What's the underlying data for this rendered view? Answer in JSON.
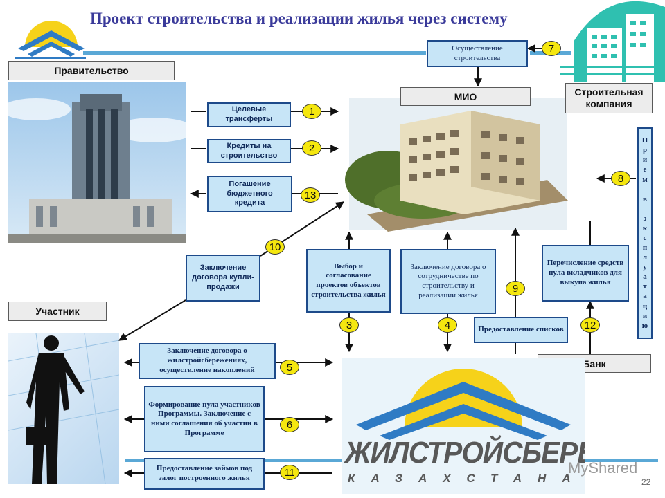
{
  "title": "Проект строительства и реализации жилья через систему",
  "callouts": {
    "government": "Правительство",
    "mio": "МИО",
    "construction_company": "Строительная компания",
    "participant": "Участник",
    "bank": "Банк"
  },
  "steps": {
    "s1": "Целевые трансферты",
    "s2": "Кредиты на строительство",
    "s13": "Погашение бюджетного кредита",
    "s7": "Осуществление строительства",
    "s10": "Заключение договора купли-продажи",
    "s3": "Выбор и согласование проектов объектов строительства жилья",
    "s4": "Заключение договора о сотрудничестве по строительству и реализации жилья",
    "s9": "Предоставление списков",
    "s12": "Перечисление средств пула вкладчиков для выкупа жилья",
    "s5": "Заключение договора о жилстройсбережениях, осуществление накоплений",
    "s6": "Формирование пула участников Программы. Заключение с ними соглашения об участии в Программе",
    "s11": "Предоставление займов под залог построенного жилья"
  },
  "vertical_label": [
    "П",
    "р",
    "и",
    "е",
    "м",
    "",
    "в",
    "",
    "э",
    "к",
    "с",
    "п",
    "л",
    "у",
    "а",
    "т",
    "а",
    "ц",
    "и",
    "ю"
  ],
  "numbers": {
    "n1": "1",
    "n2": "2",
    "n13": "13",
    "n7": "7",
    "n8": "8",
    "n10": "10",
    "n3": "3",
    "n4": "4",
    "n9": "9",
    "n12": "12",
    "n5": "5",
    "n6": "6",
    "n11": "11"
  },
  "bank_logo": {
    "name": "ЖИЛСТРОЙСБЕРБАНК",
    "sub": "КАЗАХСТАНА"
  },
  "watermark": "MyShared",
  "page_number": "22",
  "colors": {
    "box_fill": "#c7e5f7",
    "box_border": "#1d4a8a",
    "badge": "#f5e70f",
    "accent_line": "#5aa8d6",
    "title": "#3a3a9a"
  }
}
